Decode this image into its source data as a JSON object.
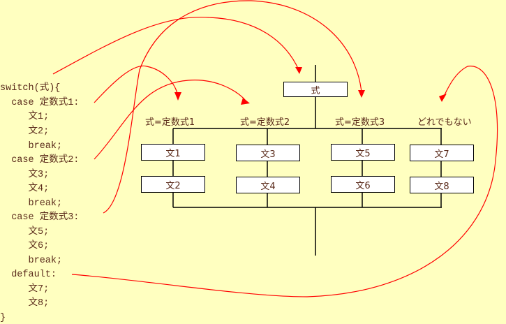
{
  "code": {
    "lines": [
      "switch(式){",
      "  case 定数式1:",
      "     文1;",
      "     文2;",
      "     break;",
      "  case 定数式2:",
      "     文3;",
      "     文4;",
      "     break;",
      "  case 定数式3:",
      "     文5;",
      "     文6;",
      "     break;",
      "  default:",
      "     文7;",
      "     文8;",
      "}"
    ]
  },
  "flowchart": {
    "expression_box": "式",
    "branches": [
      {
        "condition": "式=定数式1",
        "statements": [
          "文1",
          "文2"
        ]
      },
      {
        "condition": "式=定数式2",
        "statements": [
          "文3",
          "文4"
        ]
      },
      {
        "condition": "式=定数式3",
        "statements": [
          "文5",
          "文6"
        ]
      },
      {
        "condition": "どれでもない",
        "statements": [
          "文7",
          "文8"
        ]
      }
    ]
  },
  "colors": {
    "background": "#ffffc0",
    "arrow": "#ff0000",
    "text": "#5a2a1a",
    "line": "#000000"
  }
}
